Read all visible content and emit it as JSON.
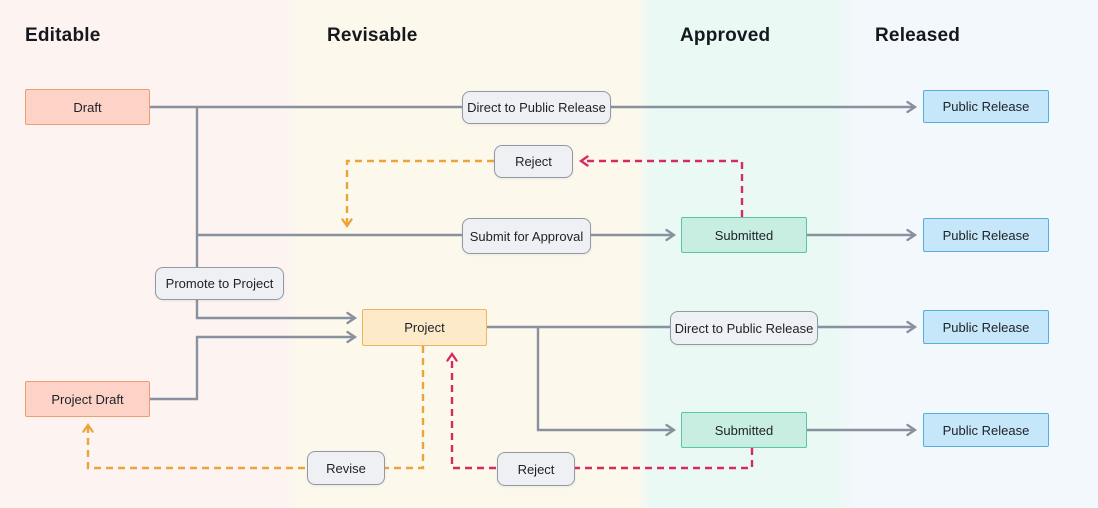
{
  "columns": [
    {
      "id": "editable",
      "label": "Editable",
      "bg": "#fdf3f1"
    },
    {
      "id": "revisable",
      "label": "Revisable",
      "bg": "#fdf8ec"
    },
    {
      "id": "approved",
      "label": "Approved",
      "bg": "#ebf9f5"
    },
    {
      "id": "released",
      "label": "Released",
      "bg": "#f2f8fb"
    }
  ],
  "nodes": {
    "draft": {
      "label": "Draft",
      "column": "editable"
    },
    "project_draft": {
      "label": "Project Draft",
      "column": "editable"
    },
    "project": {
      "label": "Project",
      "column": "revisable"
    },
    "submitted_top": {
      "label": "Submitted",
      "column": "approved"
    },
    "submitted_bottom": {
      "label": "Submitted",
      "column": "approved"
    },
    "public_release_1": {
      "label": "Public Release",
      "column": "released"
    },
    "public_release_2": {
      "label": "Public Release",
      "column": "released"
    },
    "public_release_3": {
      "label": "Public Release",
      "column": "released"
    },
    "public_release_4": {
      "label": "Public Release",
      "column": "released"
    }
  },
  "actions": {
    "direct_top": {
      "label": "Direct to Public Release"
    },
    "reject_top": {
      "label": "Reject"
    },
    "submit_for_approval": {
      "label": "Submit for Approval"
    },
    "promote_to_project": {
      "label": "Promote to Project"
    },
    "direct_bottom": {
      "label": "Direct to Public Release"
    },
    "revise": {
      "label": "Revise"
    },
    "reject_bottom": {
      "label": "Reject"
    }
  },
  "edges": [
    {
      "from": "draft",
      "to": "public_release_1",
      "via": "Direct to Public Release",
      "style": "solid-gray"
    },
    {
      "from": "draft",
      "to": "submitted_top",
      "via": "Submit for Approval",
      "style": "solid-gray"
    },
    {
      "from": "draft",
      "to": "project",
      "via": "Promote to Project",
      "style": "solid-gray"
    },
    {
      "from": "project_draft",
      "to": "project",
      "via": "",
      "style": "solid-gray"
    },
    {
      "from": "submitted_top",
      "to": "public_release_2",
      "via": "",
      "style": "solid-gray"
    },
    {
      "from": "project",
      "to": "public_release_3",
      "via": "Direct to Public Release",
      "style": "solid-gray"
    },
    {
      "from": "project",
      "to": "submitted_bottom",
      "via": "",
      "style": "solid-gray"
    },
    {
      "from": "submitted_bottom",
      "to": "public_release_4",
      "via": "",
      "style": "solid-gray"
    },
    {
      "from": "submitted_top",
      "to": "reject_top",
      "via": "Reject",
      "style": "dashed-pink"
    },
    {
      "from": "reject_top",
      "to": "submit_for_approval_line",
      "via": "",
      "style": "dashed-orange"
    },
    {
      "from": "submitted_bottom",
      "to": "project",
      "via": "Reject",
      "style": "dashed-pink"
    },
    {
      "from": "project",
      "to": "project_draft",
      "via": "Revise",
      "style": "dashed-orange"
    }
  ],
  "colors": {
    "line_gray": "#8a919e",
    "dash_orange": "#eda33c",
    "dash_pink": "#d62a62",
    "state_pink_fill": "#fcd3c6",
    "state_pink_border": "#ef9b74",
    "state_amber_fill": "#fdeac8",
    "state_amber_border": "#f1b45c",
    "state_mint_fill": "#c7eee1",
    "state_mint_border": "#55c6ab",
    "state_blue_fill": "#c6e7f9",
    "state_blue_border": "#54aede",
    "action_fill": "#eef0f4",
    "action_border": "#9099a6"
  }
}
